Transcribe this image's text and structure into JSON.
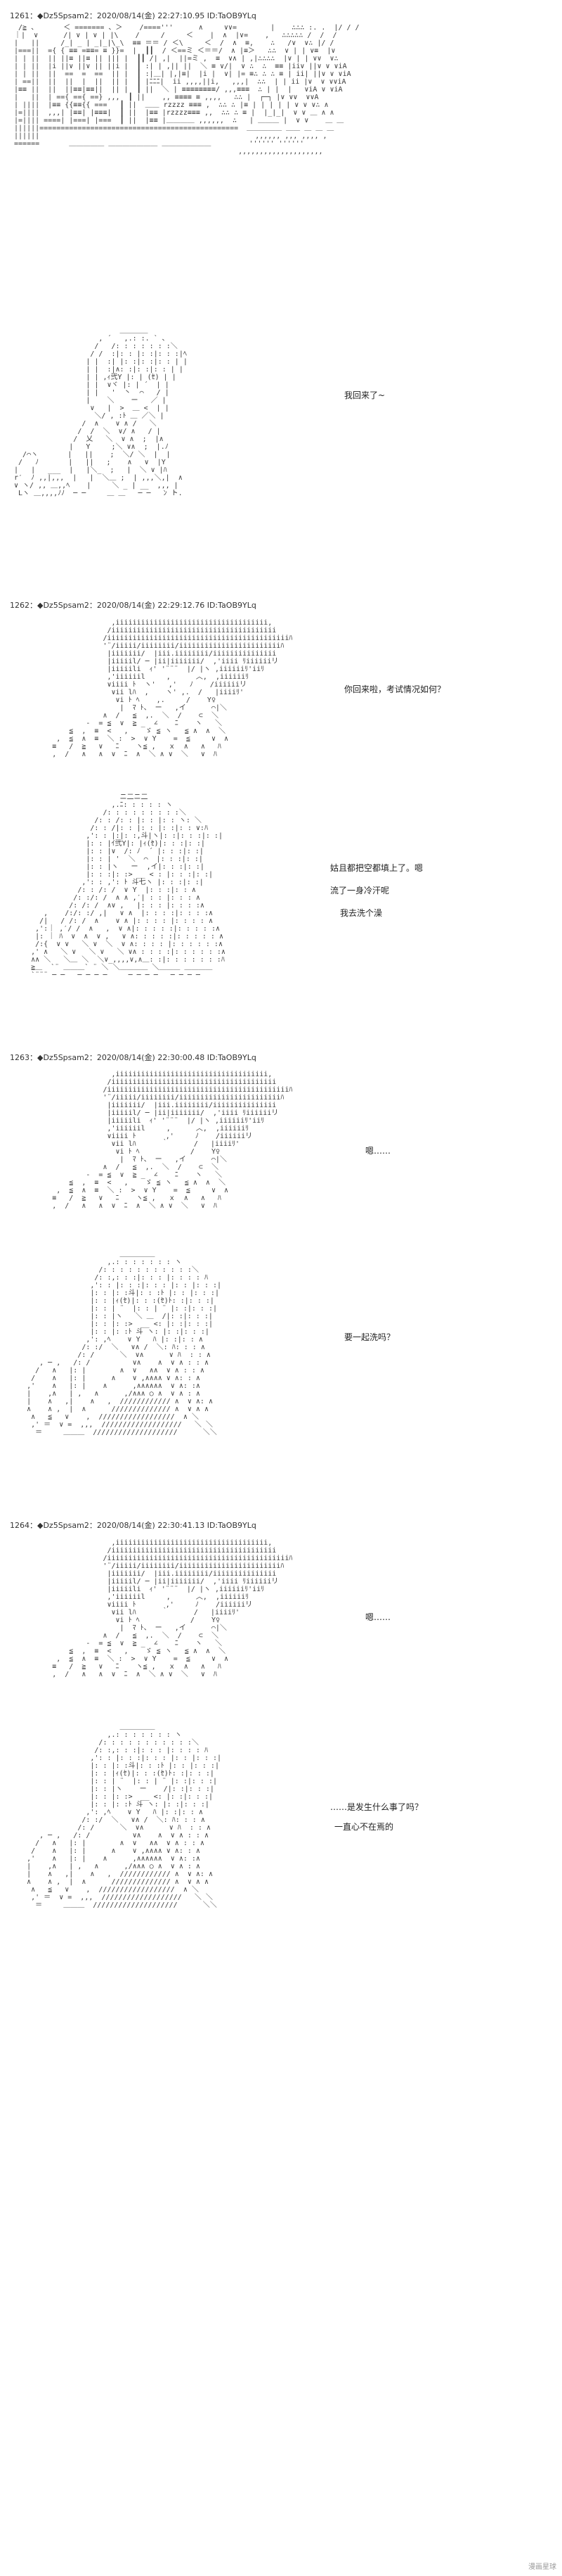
{
  "posts": [
    {
      "header": "1261：◆Dz5Spsam2：2020/08/14(金) 22:27:10.95 ID:TaOB9YLq",
      "speech": [
        "我回来了~"
      ]
    },
    {
      "header": "1262：◆Dz5Spsam2：2020/08/14(金) 22:29:12.76 ID:TaOB9YLq",
      "speech": [
        "你回来啦，考试情况如何？",
        "姑且都把空都填上了。嗯",
        "流了一身冷汗呢",
        "我去洗个澡"
      ]
    },
    {
      "header": "1263：◆Dz5Spsam2：2020/08/14(金) 22:30:00.48 ID:TaOB9YLq",
      "speech": [
        "嗯……",
        "要一起洗吗？"
      ]
    },
    {
      "header": "1264：◆Dz5Spsam2：2020/08/14(金) 22:30:41.13 ID:TaOB9YLq",
      "speech": [
        "嗯……",
        "……是发生什么事了吗？",
        "一直心不在焉的"
      ]
    }
  ],
  "watermark": "漫画星球"
}
